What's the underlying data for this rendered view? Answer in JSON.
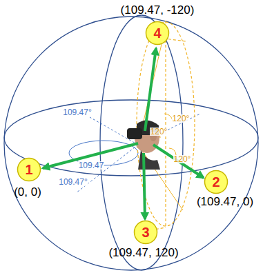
{
  "diagram": {
    "nodes": [
      {
        "text": [
          "4"
        ]
      },
      {
        "text": [
          "1"
        ]
      },
      {
        "text": [
          "2"
        ]
      },
      {
        "text": [
          "3"
        ]
      }
    ],
    "labels": [
      "(109.47, -120)",
      "(0, 0)",
      "(109.47, 0)",
      "(109.47, 120)",
      "109.47°",
      "109.47",
      "109.47°",
      "120°",
      "120°",
      "120°"
    ]
  }
}
